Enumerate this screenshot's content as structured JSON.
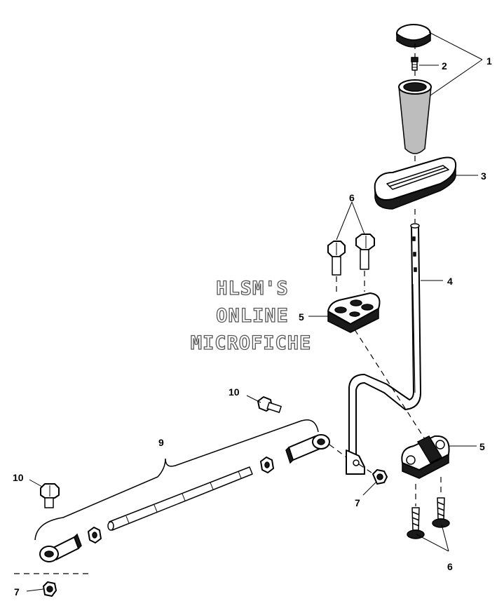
{
  "watermark": {
    "line1": "HLSM'S",
    "line2": "ONLINE",
    "line3": "MICROFICHE"
  },
  "callouts": {
    "c1": "1",
    "c2": "2",
    "c3": "3",
    "c4": "4",
    "c5_upper": "5",
    "c5_lower": "5",
    "c6_upper": "6",
    "c6_lower": "6",
    "c7_right": "7",
    "c7_left": "7",
    "c9": "9",
    "c10_upper": "10",
    "c10_left": "10"
  }
}
